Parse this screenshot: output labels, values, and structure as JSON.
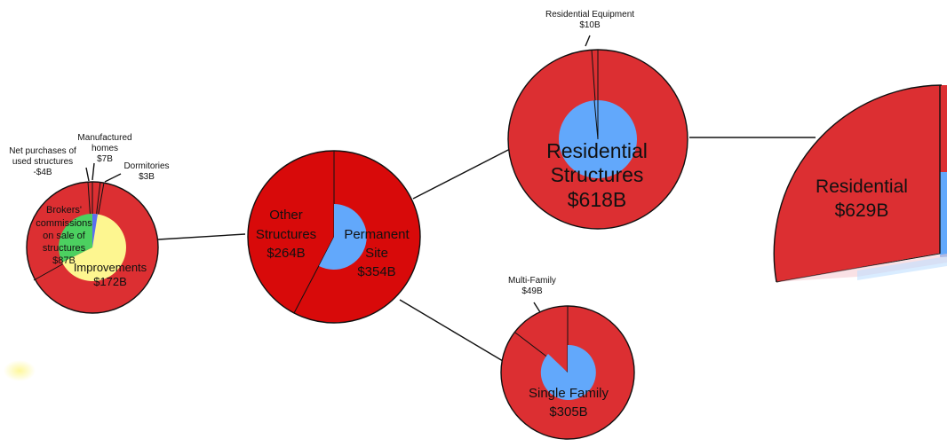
{
  "colors": {
    "red": "#dc2f32",
    "darkRed": "#d80a0a",
    "blue": "#62a8fb",
    "yellow": "#fdf690",
    "green": "#4cd060",
    "line": "#111111"
  },
  "nodes": {
    "improvements": {
      "label": "Improvements",
      "value": "$172B",
      "brokers": {
        "line1": "Brokers'",
        "line2": "commissions",
        "line3": "on sale of",
        "line4": "structures",
        "value": "$87B"
      },
      "net_purchases": {
        "line1": "Net purchases of",
        "line2": "used structures",
        "value": "-$4B"
      },
      "manufactured": {
        "line1": "Manufactured",
        "line2": "homes",
        "value": "$7B"
      },
      "dormitories": {
        "line1": "Dormitories",
        "value": "$3B"
      }
    },
    "site": {
      "other": {
        "line1": "Other",
        "line2": "Structures",
        "value": "$264B"
      },
      "permanent": {
        "line1": "Permanent",
        "line2": "Site",
        "value": "$354B"
      }
    },
    "residential_structures": {
      "line1": "Residential",
      "line2": "Structures",
      "value": "$618B",
      "equipment": {
        "label": "Residential Equipment",
        "value": "$10B"
      }
    },
    "family": {
      "label": "Single Family",
      "value": "$305B",
      "multi": {
        "label": "Multi-Family",
        "value": "$49B"
      }
    },
    "residential": {
      "label": "Residential",
      "value": "$629B"
    }
  }
}
